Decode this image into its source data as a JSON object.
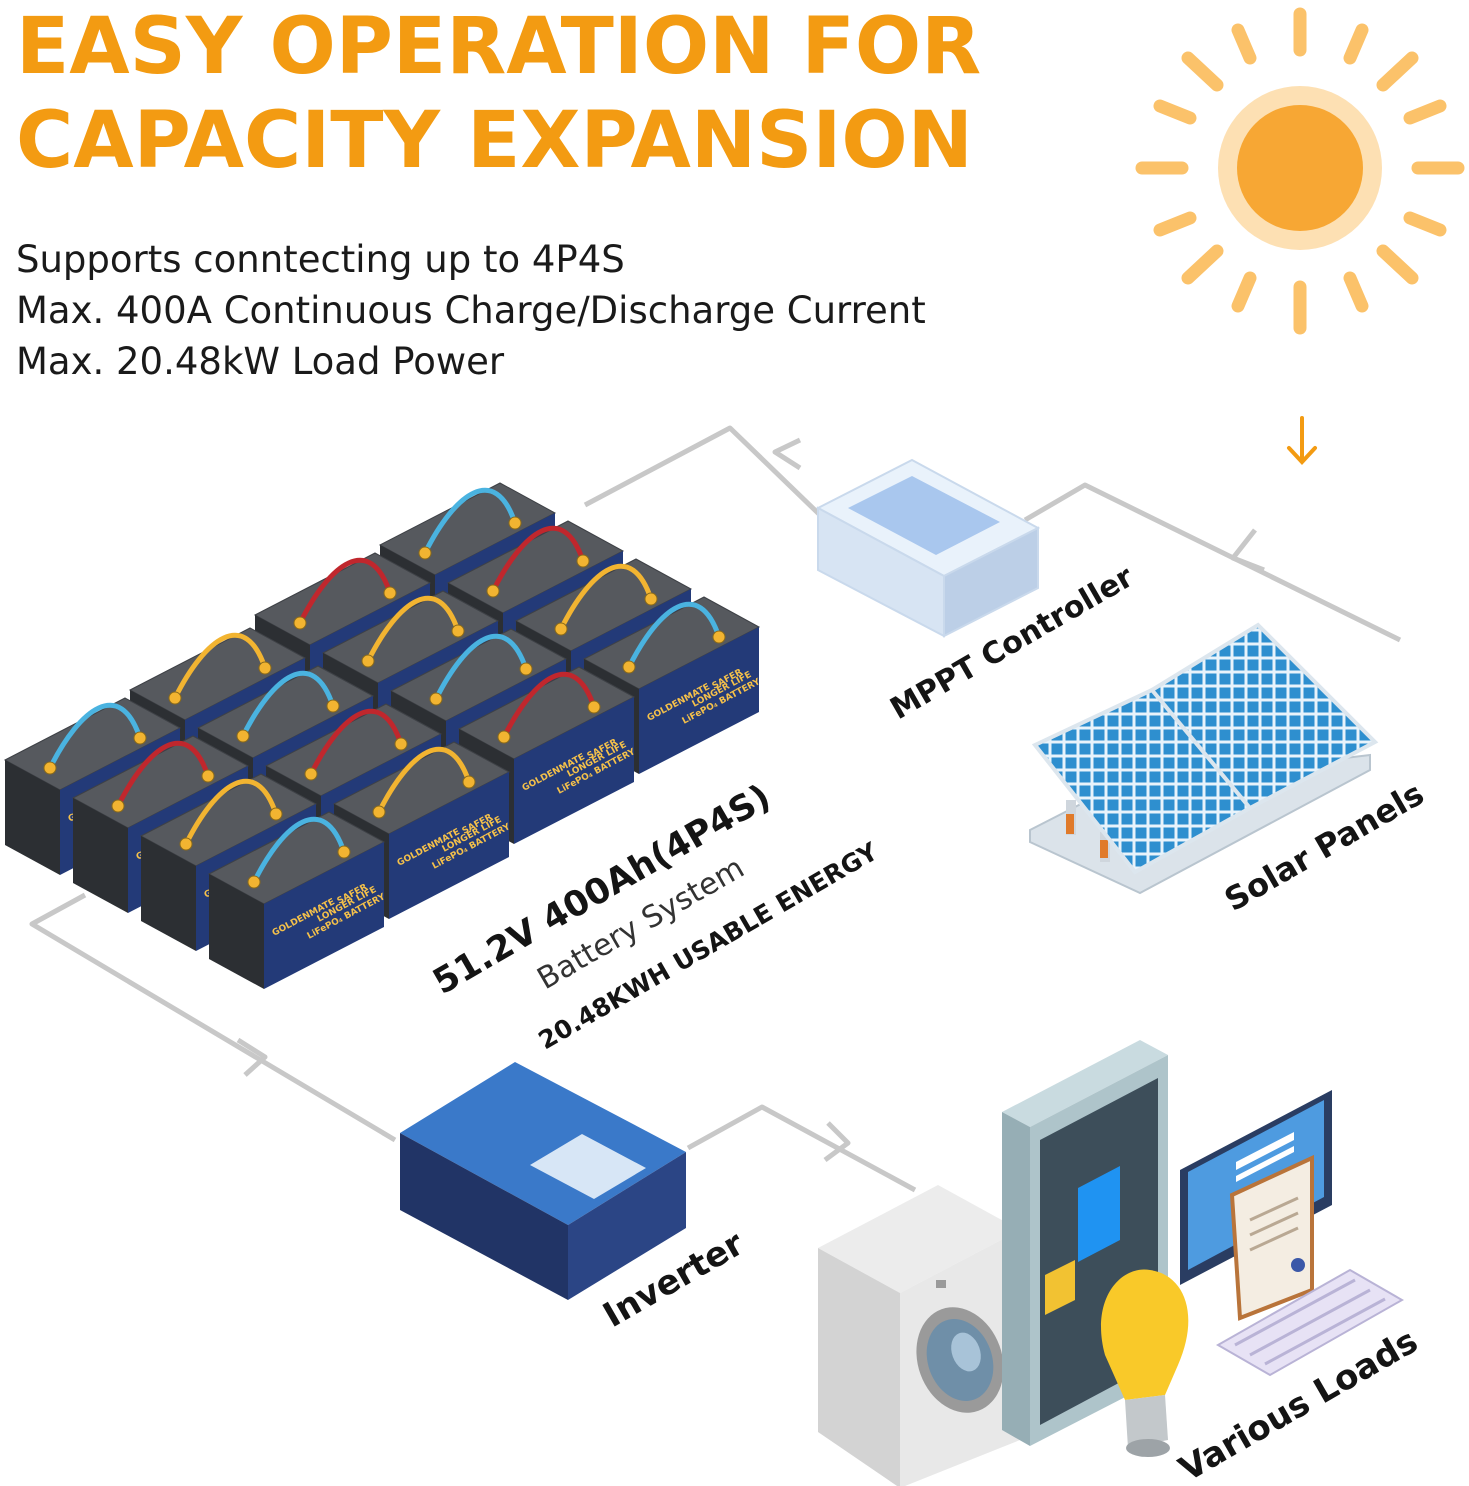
{
  "title": {
    "line1": "EASY OPERATION FOR",
    "line2": "CAPACITY EXPANSION"
  },
  "features": [
    "Supports conntecting up to 4P4S",
    "Max. 400A Continuous Charge/Discharge Current",
    "Max. 20.48kW Load Power"
  ],
  "labels": {
    "mppt": "MPPT Controller",
    "solar": "Solar Panels",
    "inverter": "Inverter",
    "loads": "Various Loads"
  },
  "battery_system": {
    "spec": "51.2V 400Ah(4P4S)",
    "name": "Battery System",
    "energy": "20.48KWH USABLE ENERGY",
    "badge_safer": "SAFER",
    "badge_life": "LONGER LIFE",
    "badge_type": "LiFePO₄ BATTERY",
    "brand": "GOLDENMATE"
  },
  "colors": {
    "accent": "#f39b12",
    "sun": "#fbc26a",
    "wire": "#c8c8c8",
    "battery_top": "#56595e",
    "battery_label": "#233a78",
    "cable_red": "#c0272d",
    "cable_blue": "#4ab3e0",
    "cable_yellow": "#f2b431"
  },
  "icons": [
    "sun-icon",
    "down-arrow-icon",
    "mppt-controller-icon",
    "solar-panel-icon",
    "battery-bank-icon",
    "inverter-icon",
    "washing-machine-icon",
    "electrical-cabinet-icon",
    "light-bulb-icon",
    "monitor-icon",
    "keyboard-icon"
  ]
}
